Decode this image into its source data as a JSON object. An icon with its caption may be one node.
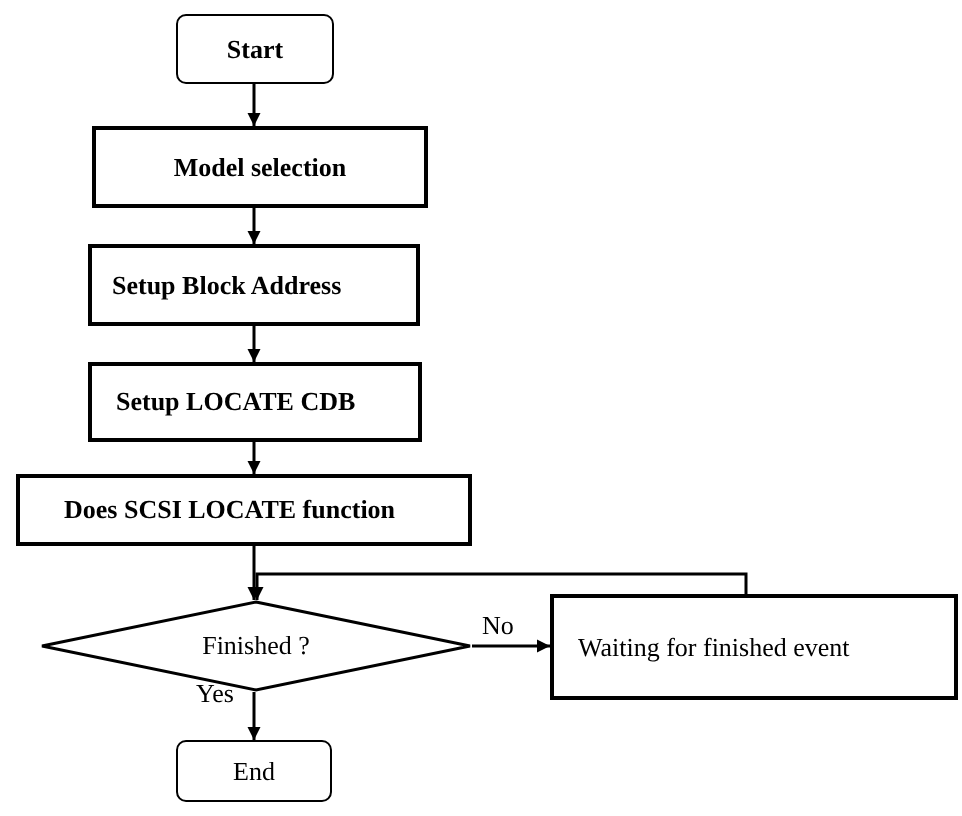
{
  "diagram": {
    "nodes": [
      {
        "text": [
          "Start"
        ]
      },
      {
        "text": [
          "Model selection"
        ]
      },
      {
        "text": [
          "Setup Block Address"
        ]
      },
      {
        "text": [
          "Setup LOCATE CDB"
        ]
      },
      {
        "text": [
          "Does SCSI LOCATE function"
        ]
      },
      {
        "text": [
          "Finished ?"
        ]
      },
      {
        "text": [
          "Waiting for finished event"
        ]
      },
      {
        "text": [
          "End"
        ]
      }
    ],
    "edges": [
      {
        "from": 0,
        "to": 1,
        "arrow": "to"
      },
      {
        "from": 1,
        "to": 2,
        "arrow": "to"
      },
      {
        "from": 2,
        "to": 3,
        "arrow": "to"
      },
      {
        "from": 3,
        "to": 4,
        "arrow": "to"
      },
      {
        "from": 4,
        "to": 5,
        "arrow": "to"
      },
      {
        "from": 5,
        "to": 6,
        "label": "No",
        "arrow": "to"
      },
      {
        "from": 5,
        "to": 7,
        "label": "Yes",
        "arrow": "to"
      },
      {
        "from": 6,
        "to": 5,
        "arrow": "to"
      }
    ]
  }
}
